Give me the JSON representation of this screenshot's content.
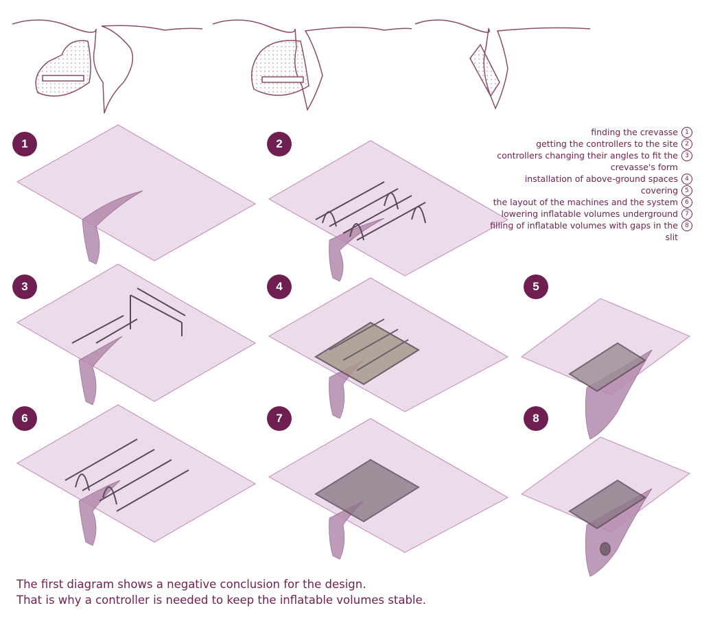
{
  "colors": {
    "accent": "#6e1f4f",
    "plane": "#ecdcea",
    "plane_edge": "#c596c4",
    "sketch": "#8a4a6a"
  },
  "badges": [
    "1",
    "2",
    "3",
    "4",
    "5",
    "6",
    "7",
    "8"
  ],
  "legend": [
    {
      "num": "1",
      "text": "finding the crevasse"
    },
    {
      "num": "2",
      "text": "getting the controllers to the site"
    },
    {
      "num": "3",
      "text": "controllers changing their angles to fit the crevasse's form"
    },
    {
      "num": "4",
      "text": "installation of above-ground spaces"
    },
    {
      "num": "5",
      "text": "covering"
    },
    {
      "num": "6",
      "text": "the layout of the machines and the system"
    },
    {
      "num": "7",
      "text": "lowering inflatable volumes underground"
    },
    {
      "num": "8",
      "text": "filling of inflatable volumes with gaps in the slit"
    }
  ],
  "caption": {
    "line1": "The first diagram shows a negative conclusion for the design.",
    "line2": "That is why a controller is needed to keep the inflatable volumes stable."
  }
}
